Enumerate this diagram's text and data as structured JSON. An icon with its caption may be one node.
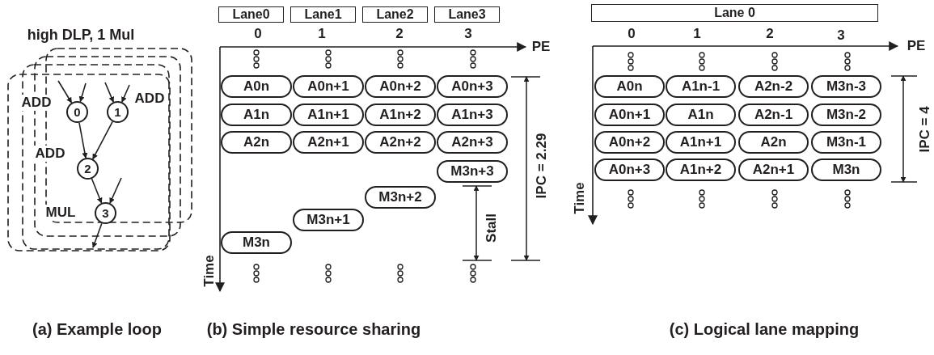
{
  "diagram": {
    "nodes": [
      {
        "text": [
          "0"
        ],
        "beside": [
          "ADD"
        ]
      },
      {
        "text": [
          "1"
        ],
        "beside": [
          "ADD"
        ]
      },
      {
        "text": [
          "2"
        ],
        "beside": [
          "ADD"
        ]
      },
      {
        "text": [
          "3"
        ],
        "beside": [
          "MUL"
        ]
      },
      {
        "text": [
          "Lane0"
        ]
      },
      {
        "text": [
          "Lane1"
        ]
      },
      {
        "text": [
          "Lane2"
        ]
      },
      {
        "text": [
          "Lane3"
        ]
      },
      {
        "text": [
          "A0n"
        ]
      },
      {
        "text": [
          "A0n+1"
        ]
      },
      {
        "text": [
          "A0n+2"
        ]
      },
      {
        "text": [
          "A0n+3"
        ]
      },
      {
        "text": [
          "A1n"
        ]
      },
      {
        "text": [
          "A1n+1"
        ]
      },
      {
        "text": [
          "A1n+2"
        ]
      },
      {
        "text": [
          "A1n+3"
        ]
      },
      {
        "text": [
          "A2n"
        ]
      },
      {
        "text": [
          "A2n+1"
        ]
      },
      {
        "text": [
          "A2n+2"
        ]
      },
      {
        "text": [
          "A2n+3"
        ]
      },
      {
        "text": [
          "M3n+3"
        ]
      },
      {
        "text": [
          "M3n+2"
        ]
      },
      {
        "text": [
          "M3n+1"
        ]
      },
      {
        "text": [
          "M3n"
        ]
      },
      {
        "text": [
          "Lane 0"
        ]
      },
      {
        "text": [
          "A0n"
        ]
      },
      {
        "text": [
          "A1n-1"
        ]
      },
      {
        "text": [
          "A2n-2"
        ]
      },
      {
        "text": [
          "M3n-3"
        ]
      },
      {
        "text": [
          "A0n+1"
        ]
      },
      {
        "text": [
          "A1n"
        ]
      },
      {
        "text": [
          "A2n-1"
        ]
      },
      {
        "text": [
          "M3n-2"
        ]
      },
      {
        "text": [
          "A0n+2"
        ]
      },
      {
        "text": [
          "A1n+1"
        ]
      },
      {
        "text": [
          "A2n"
        ]
      },
      {
        "text": [
          "M3n-1"
        ]
      },
      {
        "text": [
          "A0n+3"
        ]
      },
      {
        "text": [
          "A1n+2"
        ]
      },
      {
        "text": [
          "A2n+1"
        ]
      },
      {
        "text": [
          "M3n"
        ]
      }
    ],
    "edges": [
      {
        "from": null,
        "to": 0,
        "arrow": "to"
      },
      {
        "from": null,
        "to": 0,
        "arrow": "to"
      },
      {
        "from": null,
        "to": 1,
        "arrow": "to"
      },
      {
        "from": null,
        "to": 1,
        "arrow": "to"
      },
      {
        "from": 0,
        "to": 2,
        "arrow": "to"
      },
      {
        "from": 1,
        "to": 2,
        "arrow": "to"
      },
      {
        "from": 2,
        "to": 3,
        "arrow": "to"
      },
      {
        "from": null,
        "to": 3,
        "arrow": "to"
      },
      {
        "from": 3,
        "to": null,
        "arrow": "to"
      }
    ],
    "labels": [
      "high DLP, 1 Mul",
      "0",
      "1",
      "2",
      "3",
      "PE",
      "Time",
      "IPC = 2.29",
      "Stall",
      "0",
      "1",
      "2",
      "3",
      "PE",
      "Time",
      "IPC = 4",
      "(a) Example loop",
      "(b) Simple resource sharing",
      "(c) Logical lane mapping"
    ]
  }
}
